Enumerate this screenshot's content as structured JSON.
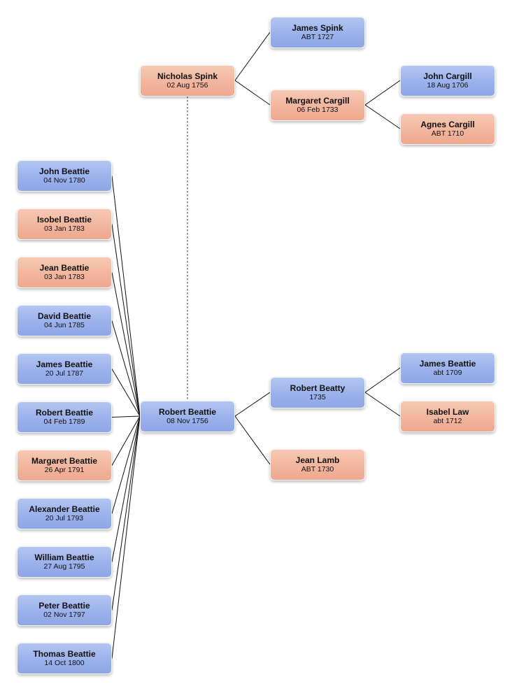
{
  "colors": {
    "male": "#9bb1eb",
    "female": "#f2b59d",
    "line": "#111111",
    "link_dashed": "#555555"
  },
  "people": {
    "nicholas_spink": {
      "name": "Nicholas Spink",
      "date": "02 Aug 1756",
      "sex": "female"
    },
    "james_spink": {
      "name": "James Spink",
      "date": "ABT 1727",
      "sex": "male"
    },
    "margaret_cargill": {
      "name": "Margaret Cargill",
      "date": "06 Feb 1733",
      "sex": "female"
    },
    "john_cargill": {
      "name": "John Cargill",
      "date": "18 Aug 1706",
      "sex": "male"
    },
    "agnes_cargill": {
      "name": "Agnes Cargill",
      "date": "ABT 1710",
      "sex": "female"
    },
    "robert_beattie_focus": {
      "name": "Robert Beattie",
      "date": "08 Nov 1756",
      "sex": "male"
    },
    "robert_beatty": {
      "name": "Robert Beatty",
      "date": "1735",
      "sex": "male"
    },
    "jean_lamb": {
      "name": "Jean Lamb",
      "date": "ABT 1730",
      "sex": "female"
    },
    "james_beattie_sr": {
      "name": "James Beattie",
      "date": "abt 1709",
      "sex": "male"
    },
    "isabel_law": {
      "name": "Isabel Law",
      "date": "abt 1712",
      "sex": "female"
    }
  },
  "children": [
    {
      "name": "John Beattie",
      "date": "04 Nov 1780",
      "sex": "male"
    },
    {
      "name": "Isobel Beattie",
      "date": "03 Jan 1783",
      "sex": "female"
    },
    {
      "name": "Jean Beattie",
      "date": "03 Jan 1783",
      "sex": "female"
    },
    {
      "name": "David Beattie",
      "date": "04 Jun 1785",
      "sex": "male"
    },
    {
      "name": "James Beattie",
      "date": "20 Jul 1787",
      "sex": "male"
    },
    {
      "name": "Robert Beattie",
      "date": "04 Feb 1789",
      "sex": "male"
    },
    {
      "name": "Margaret Beattie",
      "date": "26 Apr 1791",
      "sex": "female"
    },
    {
      "name": "Alexander Beattie",
      "date": "20 Jul 1793",
      "sex": "male"
    },
    {
      "name": "William Beattie",
      "date": "27 Aug 1795",
      "sex": "male"
    },
    {
      "name": "Peter Beattie",
      "date": "02 Nov 1797",
      "sex": "male"
    },
    {
      "name": "Thomas Beattie",
      "date": "14 Oct 1800",
      "sex": "male"
    }
  ]
}
